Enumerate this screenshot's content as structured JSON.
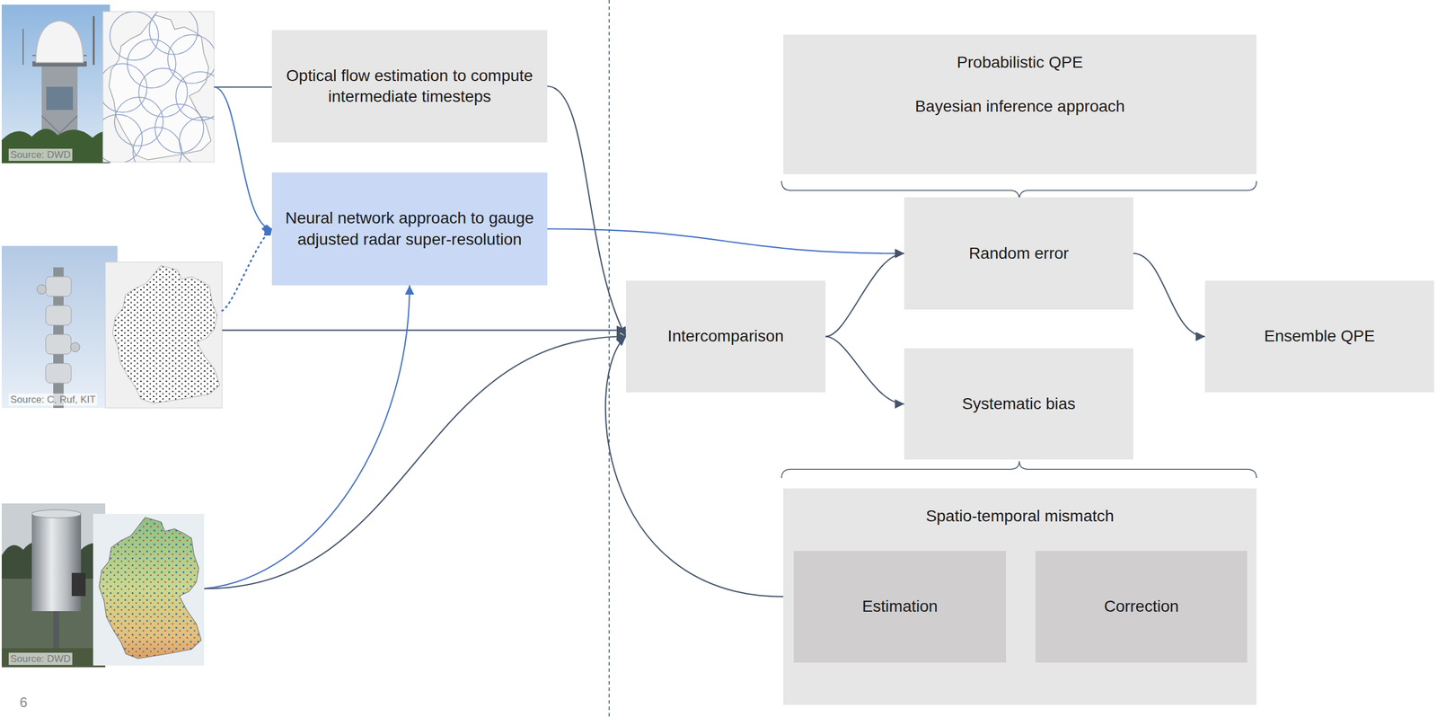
{
  "diagram": {
    "nodes": [
      {
        "text": [
          "Source: DWD"
        ]
      },
      {
        "text": [
          "Source: C. Ruf, KIT"
        ]
      },
      {
        "text": [
          "Source: DWD"
        ]
      },
      {
        "text": [
          "Optical flow estimation to compute intermediate timesteps"
        ]
      },
      {
        "text": [
          "Neural network approach to gauge adjusted radar super-resolution"
        ]
      },
      {
        "text": [
          "Probabilistic QPE",
          "Bayesian inference approach"
        ]
      },
      {
        "text": [
          "Intercomparison"
        ]
      },
      {
        "text": [
          "Random error"
        ]
      },
      {
        "text": [
          "Systematic bias"
        ]
      },
      {
        "text": [
          "Ensemble QPE"
        ]
      },
      {
        "text": [
          "Spatio-temporal mismatch"
        ]
      },
      {
        "text": [
          "Estimation"
        ],
        "in": 10
      },
      {
        "text": [
          "Correction"
        ],
        "in": 10
      }
    ],
    "edges": [
      {
        "from": 0,
        "to": 3,
        "arrow": "none"
      },
      {
        "from": 0,
        "to": 4,
        "arrow": "to"
      },
      {
        "from": 1,
        "to": 4,
        "arrow": "to"
      },
      {
        "from": 3,
        "to": 6,
        "arrow": "to"
      },
      {
        "from": 4,
        "to": 7,
        "arrow": "to"
      },
      {
        "from": 1,
        "to": 6,
        "arrow": "to"
      },
      {
        "from": 2,
        "to": 4,
        "arrow": "to"
      },
      {
        "from": 2,
        "to": 6,
        "arrow": "to"
      },
      {
        "from": 10,
        "to": 6,
        "arrow": "to"
      },
      {
        "from": 6,
        "to": 7,
        "arrow": "to"
      },
      {
        "from": 6,
        "to": 8,
        "arrow": "to"
      },
      {
        "from": 7,
        "to": 9,
        "arrow": "to"
      }
    ],
    "labels": [
      "6"
    ]
  }
}
